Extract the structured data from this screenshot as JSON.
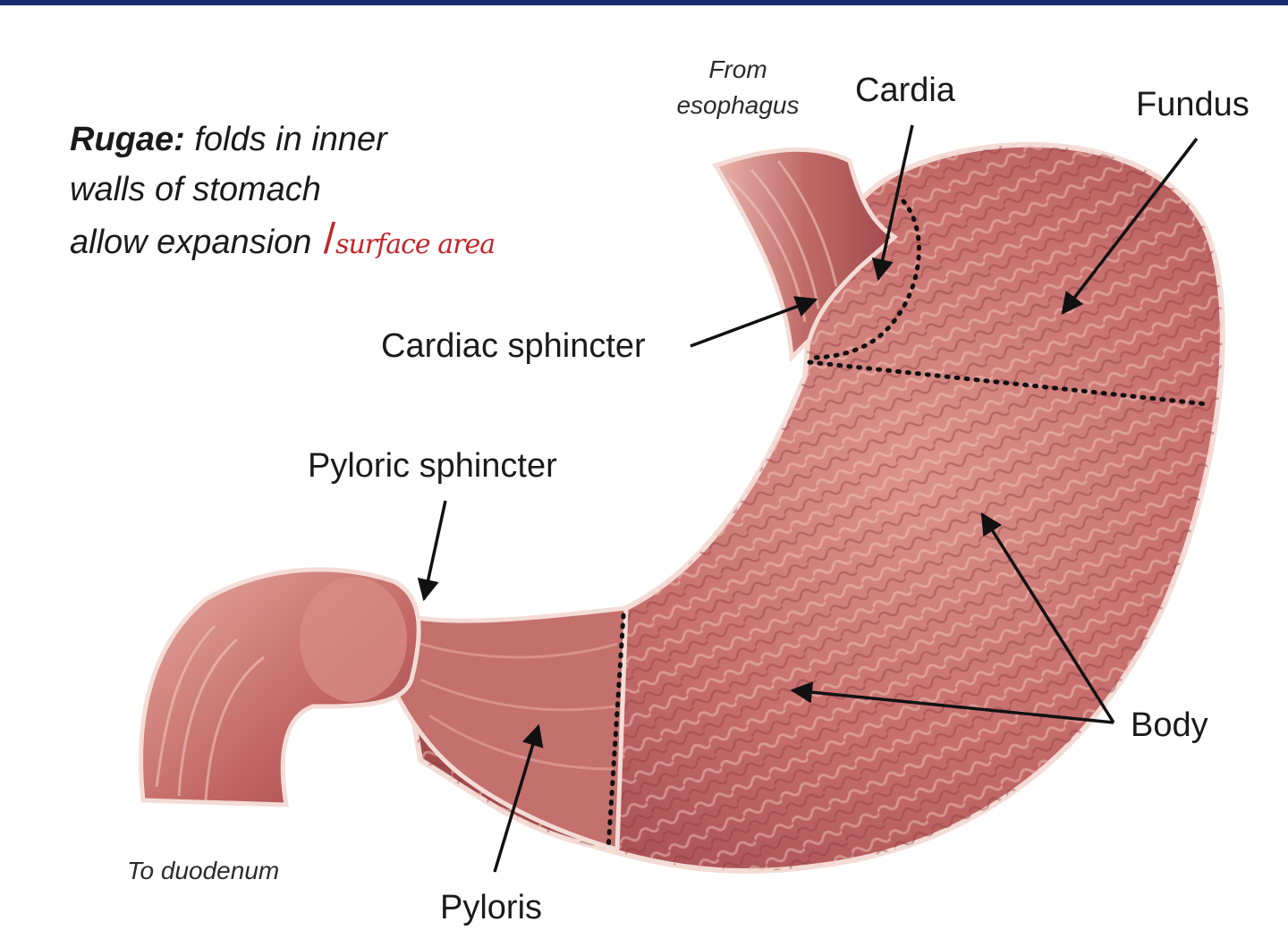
{
  "note": {
    "term": "Rugae:",
    "line1": "folds in inner",
    "line2": "walls of stomach",
    "line3": "allow expansion",
    "handwritten": "surface area"
  },
  "labels": {
    "from_esophagus_1": "From",
    "from_esophagus_2": "esophagus",
    "cardia": "Cardia",
    "fundus": "Fundus",
    "cardiac_sphincter": "Cardiac sphincter",
    "pyloric_sphincter": "Pyloric sphincter",
    "body": "Body",
    "pyloris": "Pyloris",
    "to_duodenum": "To duodenum"
  },
  "colors": {
    "top_bar": "#1c2b6b",
    "tissue_dark": "#a34a4d",
    "tissue_mid": "#c66e6c",
    "tissue_light": "#e2a29b",
    "annotation": "#c0262a"
  }
}
